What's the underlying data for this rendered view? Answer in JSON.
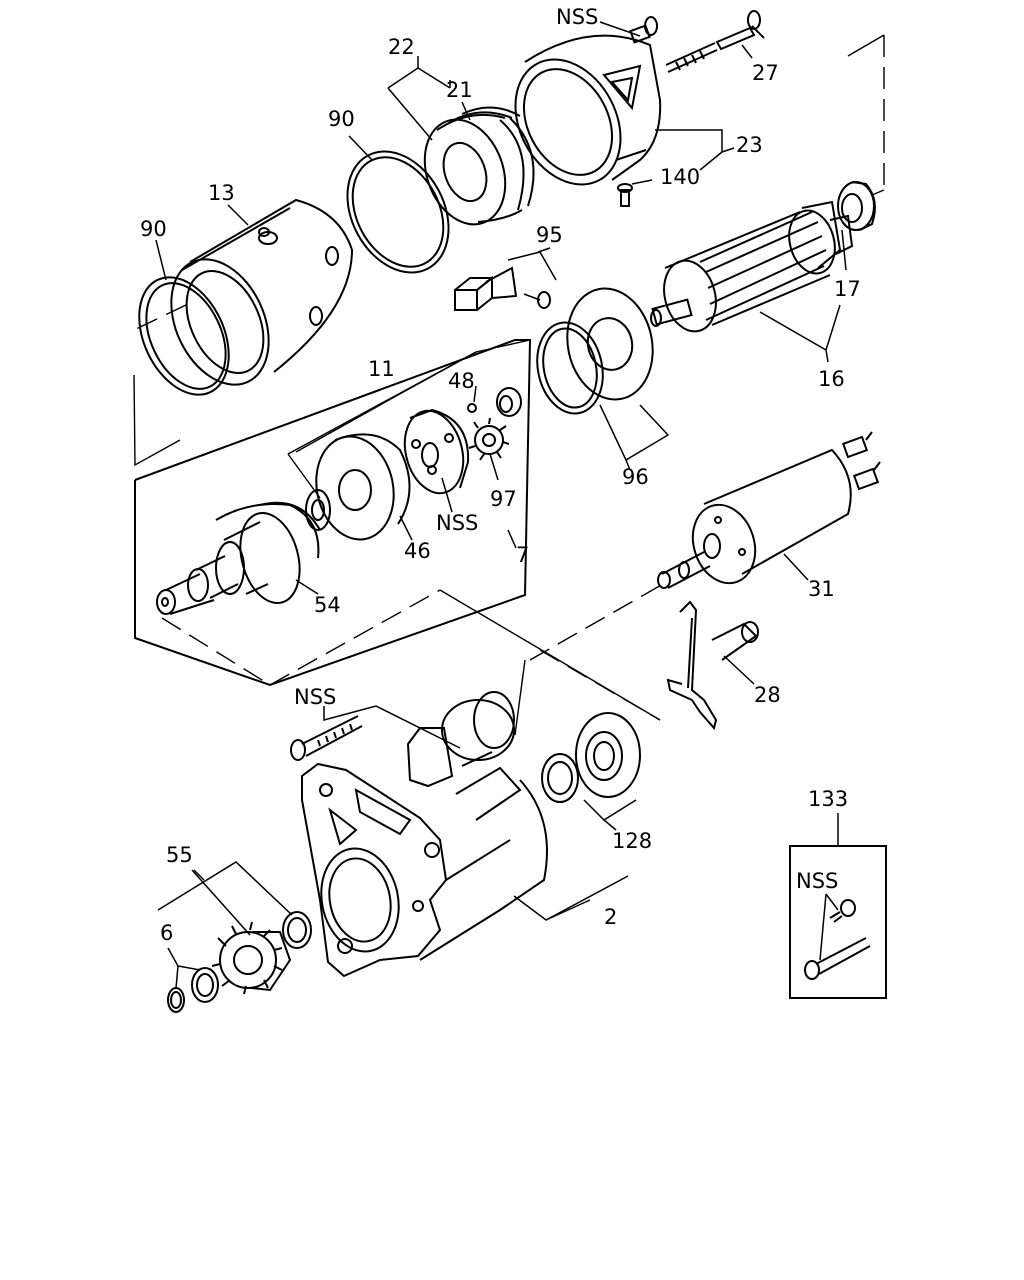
{
  "labels": {
    "nss_top": "NSS",
    "p27": "27",
    "p22": "22",
    "p21": "21",
    "p23": "23",
    "p140": "140",
    "p90_top": "90",
    "p13": "13",
    "p90_left": "90",
    "p95": "95",
    "p17": "17",
    "p16": "16",
    "p11": "11",
    "p48": "48",
    "p97": "97",
    "nss_mid": "NSS",
    "p46": "46",
    "p7": "7",
    "p54": "54",
    "p96": "96",
    "p31": "31",
    "p28": "28",
    "nss_bolt": "NSS",
    "p128": "128",
    "p2": "2",
    "p55": "55",
    "p6": "6",
    "p133": "133",
    "nss_box": "NSS"
  }
}
